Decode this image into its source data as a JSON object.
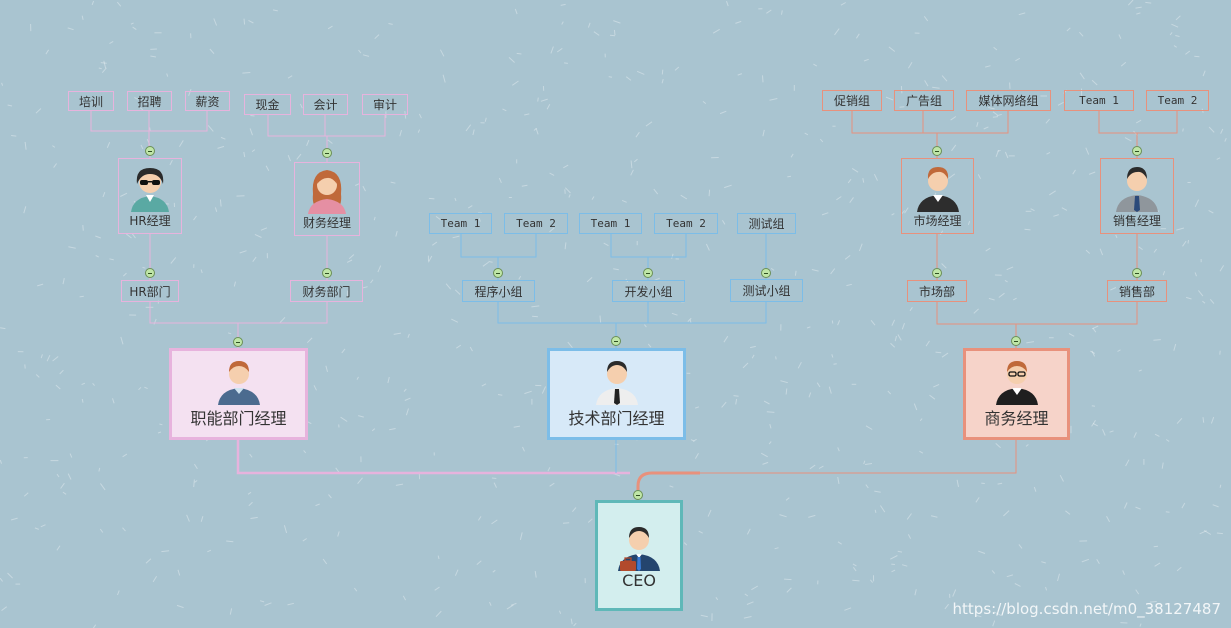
{
  "ceo": {
    "title": "CEO"
  },
  "branches": {
    "functional": {
      "title": "职能部门经理",
      "hr": {
        "dept": "HR部门",
        "manager": "HR经理",
        "tasks": [
          "培训",
          "招聘",
          "薪资"
        ]
      },
      "finance": {
        "dept": "财务部门",
        "manager": "财务经理",
        "tasks": [
          "现金",
          "会计",
          "审计"
        ]
      }
    },
    "tech": {
      "title": "技术部门经理",
      "program": {
        "name": "程序小组",
        "teams": [
          "Team 1",
          "Team 2"
        ]
      },
      "dev": {
        "name": "开发小组",
        "teams": [
          "Team 1",
          "Team 2"
        ]
      },
      "test": {
        "name": "测试小组",
        "teams": [
          "测试组"
        ]
      }
    },
    "business": {
      "title": "商务经理",
      "market": {
        "dept": "市场部",
        "manager": "市场经理",
        "teams": [
          "促销组",
          "广告组",
          "媒体网络组"
        ]
      },
      "sales": {
        "dept": "销售部",
        "manager": "销售经理",
        "teams": [
          "Team 1",
          "Team 2"
        ]
      }
    }
  },
  "colors": {
    "background": "#a9c4d0",
    "functional": "#e7b3dd",
    "tech": "#7cbde8",
    "business": "#e8917c",
    "ceo": "#5fb8b8"
  },
  "watermark": "https://blog.csdn.net/m0_38127487"
}
